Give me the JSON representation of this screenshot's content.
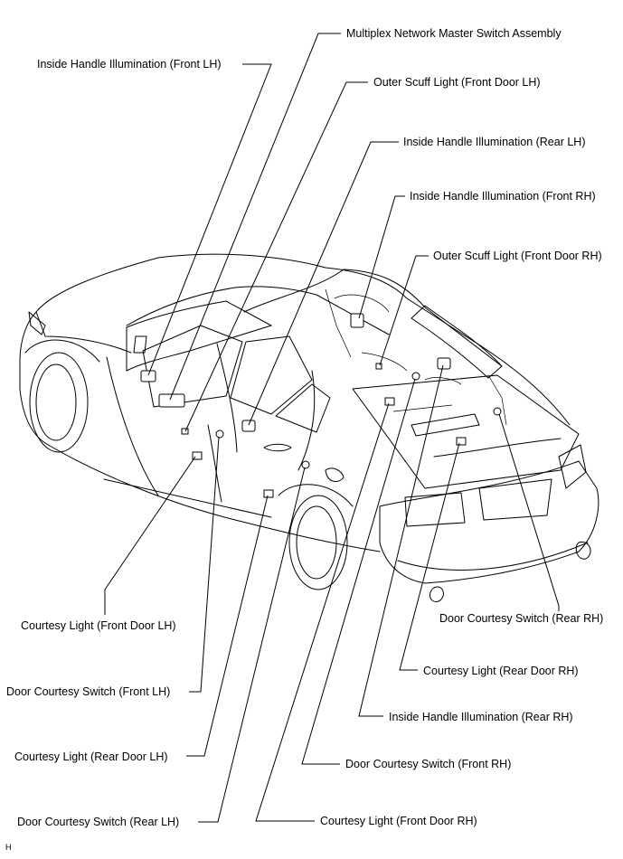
{
  "callouts": {
    "multiplex_master_switch": "Multiplex Network Master Switch Assembly",
    "inside_handle_front_lh": "Inside Handle Illumination (Front LH)",
    "outer_scuff_front_lh": "Outer Scuff Light (Front Door LH)",
    "inside_handle_rear_lh": "Inside Handle Illumination (Rear LH)",
    "inside_handle_front_rh": "Inside Handle Illumination (Front RH)",
    "outer_scuff_front_rh": "Outer Scuff Light (Front Door RH)",
    "courtesy_light_front_lh": "Courtesy Light (Front Door LH)",
    "door_courtesy_switch_rear_rh": "Door Courtesy Switch (Rear RH)",
    "courtesy_light_rear_rh": "Courtesy Light (Rear Door RH)",
    "door_courtesy_switch_front_lh": "Door Courtesy Switch (Front LH)",
    "inside_handle_rear_rh": "Inside Handle Illumination (Rear RH)",
    "courtesy_light_rear_lh": "Courtesy Light (Rear Door LH)",
    "door_courtesy_switch_front_rh": "Door Courtesy Switch (Front RH)",
    "door_courtesy_switch_rear_lh": "Door Courtesy Switch (Rear LH)",
    "courtesy_light_front_rh": "Courtesy Light (Front Door RH)"
  },
  "figure_code": "H"
}
